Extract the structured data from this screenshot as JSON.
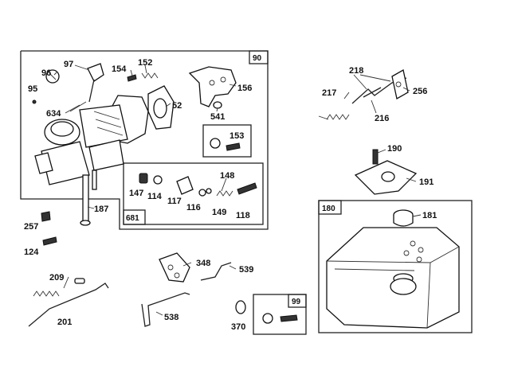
{
  "group_refs": {
    "carb_kit": "90",
    "small_kit": "153",
    "seal_kit": "681",
    "tank_kit": "180",
    "fastener_kit": "99"
  },
  "parts": {
    "p95": "95",
    "p96": "96",
    "p97": "97",
    "p154": "154",
    "p152": "152",
    "p634": "634",
    "p52": "52",
    "p156": "156",
    "p541": "541",
    "p153": "153",
    "p148": "148",
    "p147": "147",
    "p114": "114",
    "p117": "117",
    "p116": "116",
    "p149": "149",
    "p118": "118",
    "p187": "187",
    "p257": "257",
    "p124": "124",
    "p218": "218",
    "p217": "217",
    "p216": "216",
    "p256": "256",
    "p190": "190",
    "p191": "191",
    "p181": "181",
    "p209": "209",
    "p201": "201",
    "p348": "348",
    "p539": "539",
    "p538": "538",
    "p370": "370"
  }
}
